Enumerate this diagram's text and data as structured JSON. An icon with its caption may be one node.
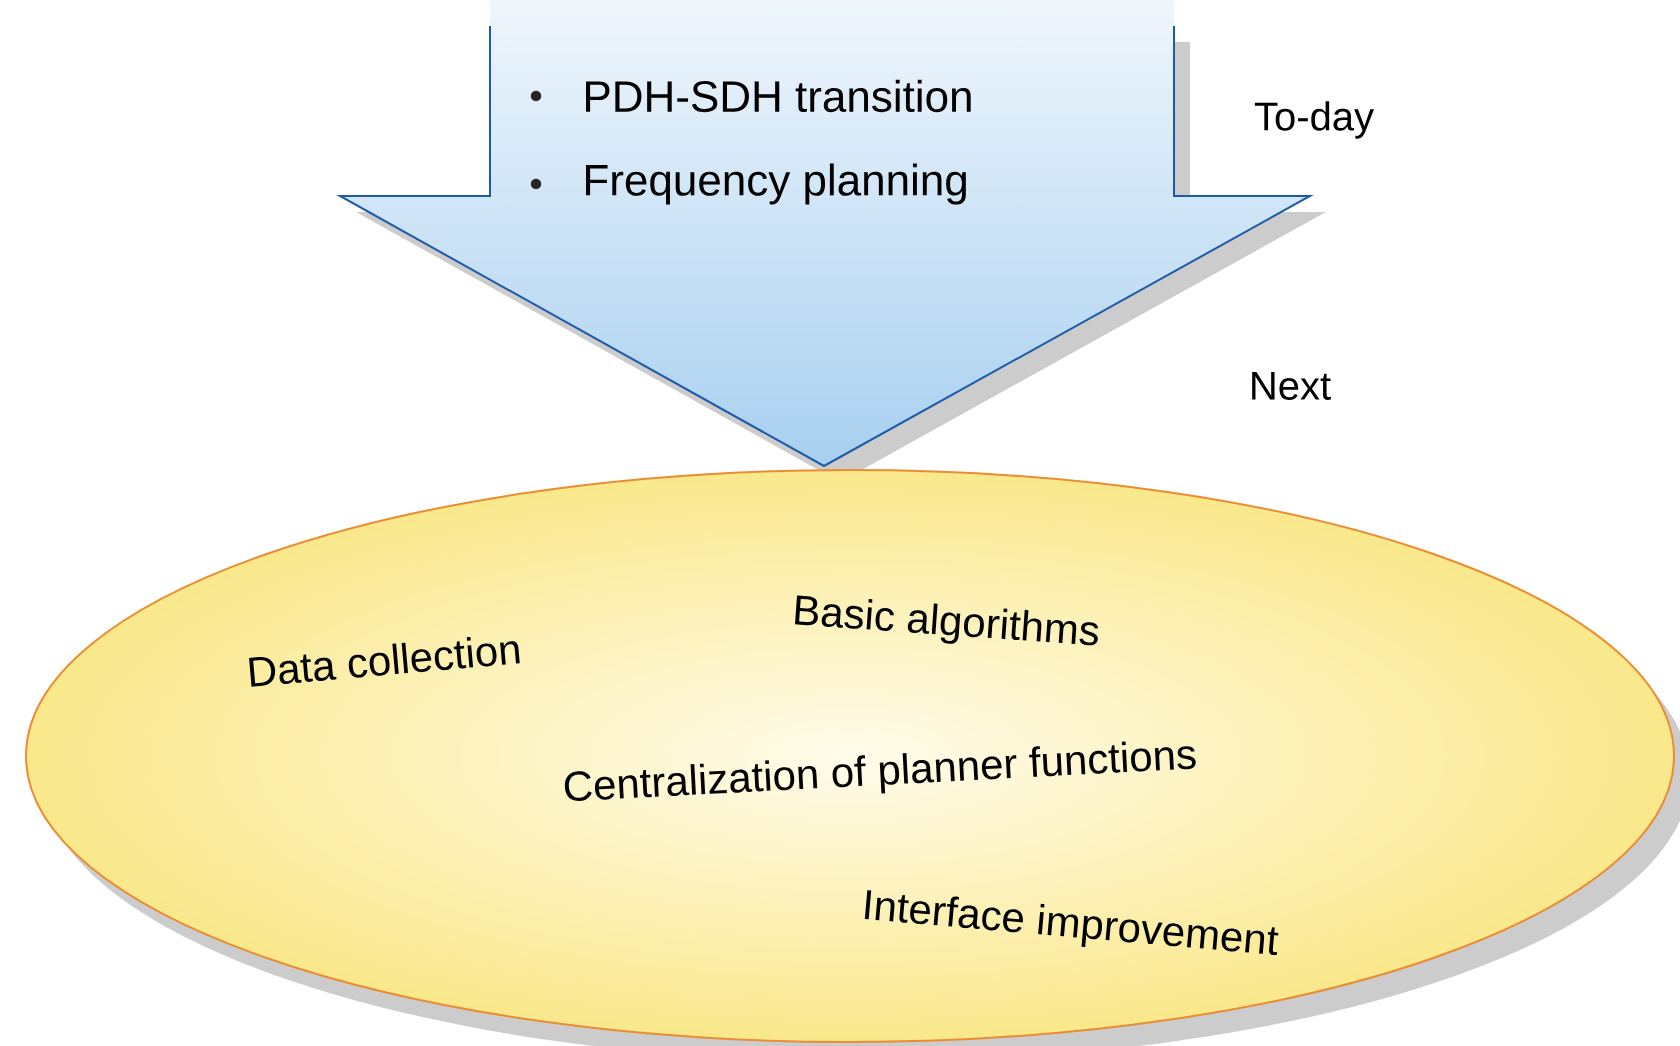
{
  "diagram": {
    "nodes": [
      {
        "text": [
          "PDH-SDH transition",
          "Frequency planning"
        ]
      },
      {
        "text": [
          "Data collection",
          "Basic algorithms",
          "Centralization of planner functions",
          "Interface improvement"
        ]
      }
    ],
    "labels": [
      "To-day",
      "Next"
    ]
  }
}
